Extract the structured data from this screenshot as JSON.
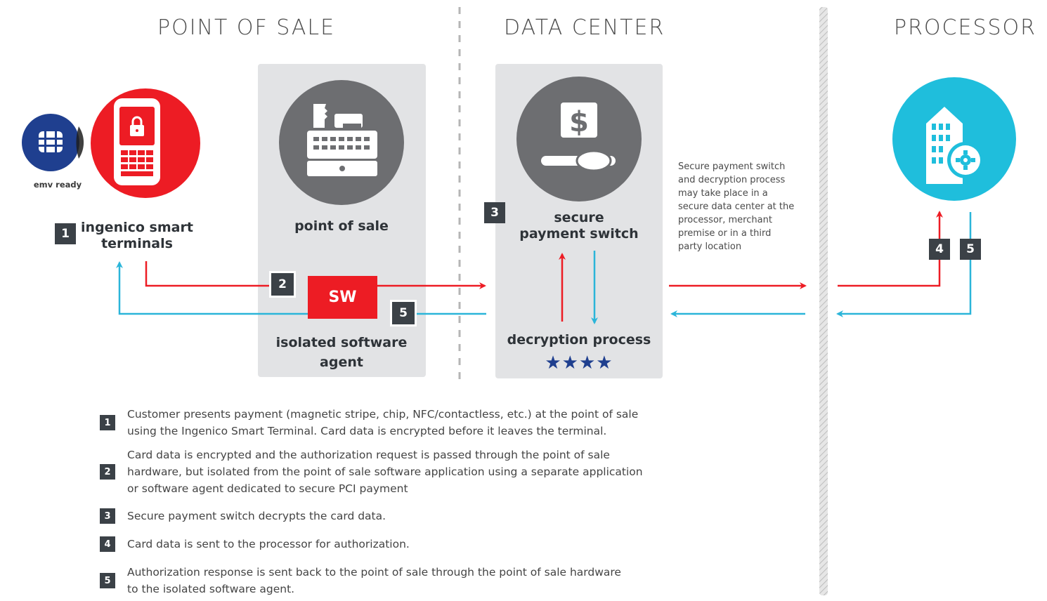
{
  "zones": {
    "point_of_sale": "POINT OF SALE",
    "data_center": "DATA CENTER",
    "processor": "PROCESSOR"
  },
  "nodes": {
    "terminal_label": "ingenico smart\nterminals",
    "emv_label": "emv ready",
    "pos_label": "point of sale",
    "software_agent_label": "isolated software\nagent",
    "sw_box": "SW",
    "switch_label": "secure\npayment switch",
    "decryption_label": "decryption process",
    "stars": "★★★★"
  },
  "badges": {
    "b1": "1",
    "b2": "2",
    "b3": "3",
    "b4": "4",
    "b5a": "5",
    "b5b": "5"
  },
  "note": "Secure payment switch\nand decryption process\nmay take place in a\nsecure data center at the\nprocessor, merchant\npremise or in a third\nparty location",
  "steps": [
    {
      "num": "1",
      "text": "Customer presents payment (magnetic stripe, chip, NFC/contactless, etc.) at the point of sale\nusing the Ingenico Smart Terminal. Card data is encrypted before it leaves the terminal."
    },
    {
      "num": "2",
      "text": "Card data is encrypted and the authorization request is passed through the point of sale\nhardware, but isolated from the point of sale software application using a separate application\nor software agent dedicated to secure PCI payment"
    },
    {
      "num": "3",
      "text": "Secure payment switch decrypts the card data."
    },
    {
      "num": "4",
      "text": "Card data is sent to the processor for authorization."
    },
    {
      "num": "5",
      "text": "Authorization response is sent back to the point of sale through the point of sale hardware\nto the isolated software agent."
    }
  ],
  "colors": {
    "red": "#ed1c24",
    "blue_flow": "#2bb5d9",
    "navy": "#1f3f8f",
    "gray_circle": "#6d6e71",
    "processor_circle": "#1fbedc",
    "badge": "#3b4147",
    "panel": "#e2e3e5"
  },
  "icons": {
    "emv": "emv-chip-icon",
    "terminal": "payment-terminal-icon",
    "pos": "cash-register-icon",
    "switch": "dollar-switch-icon",
    "processor": "building-gear-icon"
  }
}
